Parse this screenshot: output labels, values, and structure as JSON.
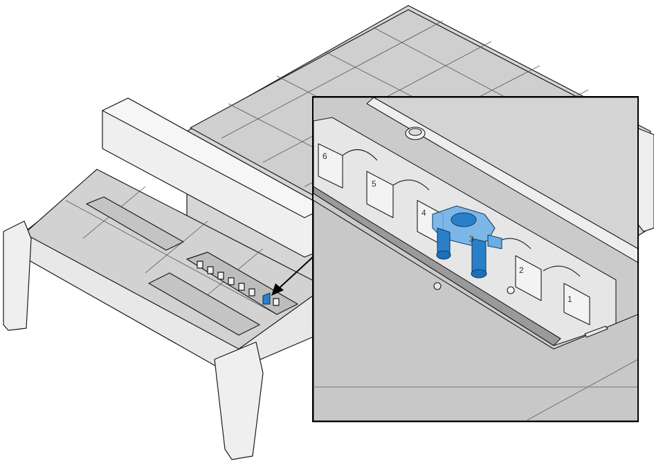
{
  "diagram": {
    "slot_labels": [
      "6",
      "5",
      "4",
      "3",
      "2",
      "1"
    ],
    "colors": {
      "background": "#ffffff",
      "body": "#e2e2e2",
      "body_light": "#f1f1f1",
      "panel": "#cfcfcf",
      "inset_panel": "#c9c9c9",
      "outline": "#1a1a1a",
      "highlight": "#2a7fc9",
      "highlight_light": "#6aaee6"
    },
    "icons": [
      "callout-arrow-icon"
    ]
  }
}
